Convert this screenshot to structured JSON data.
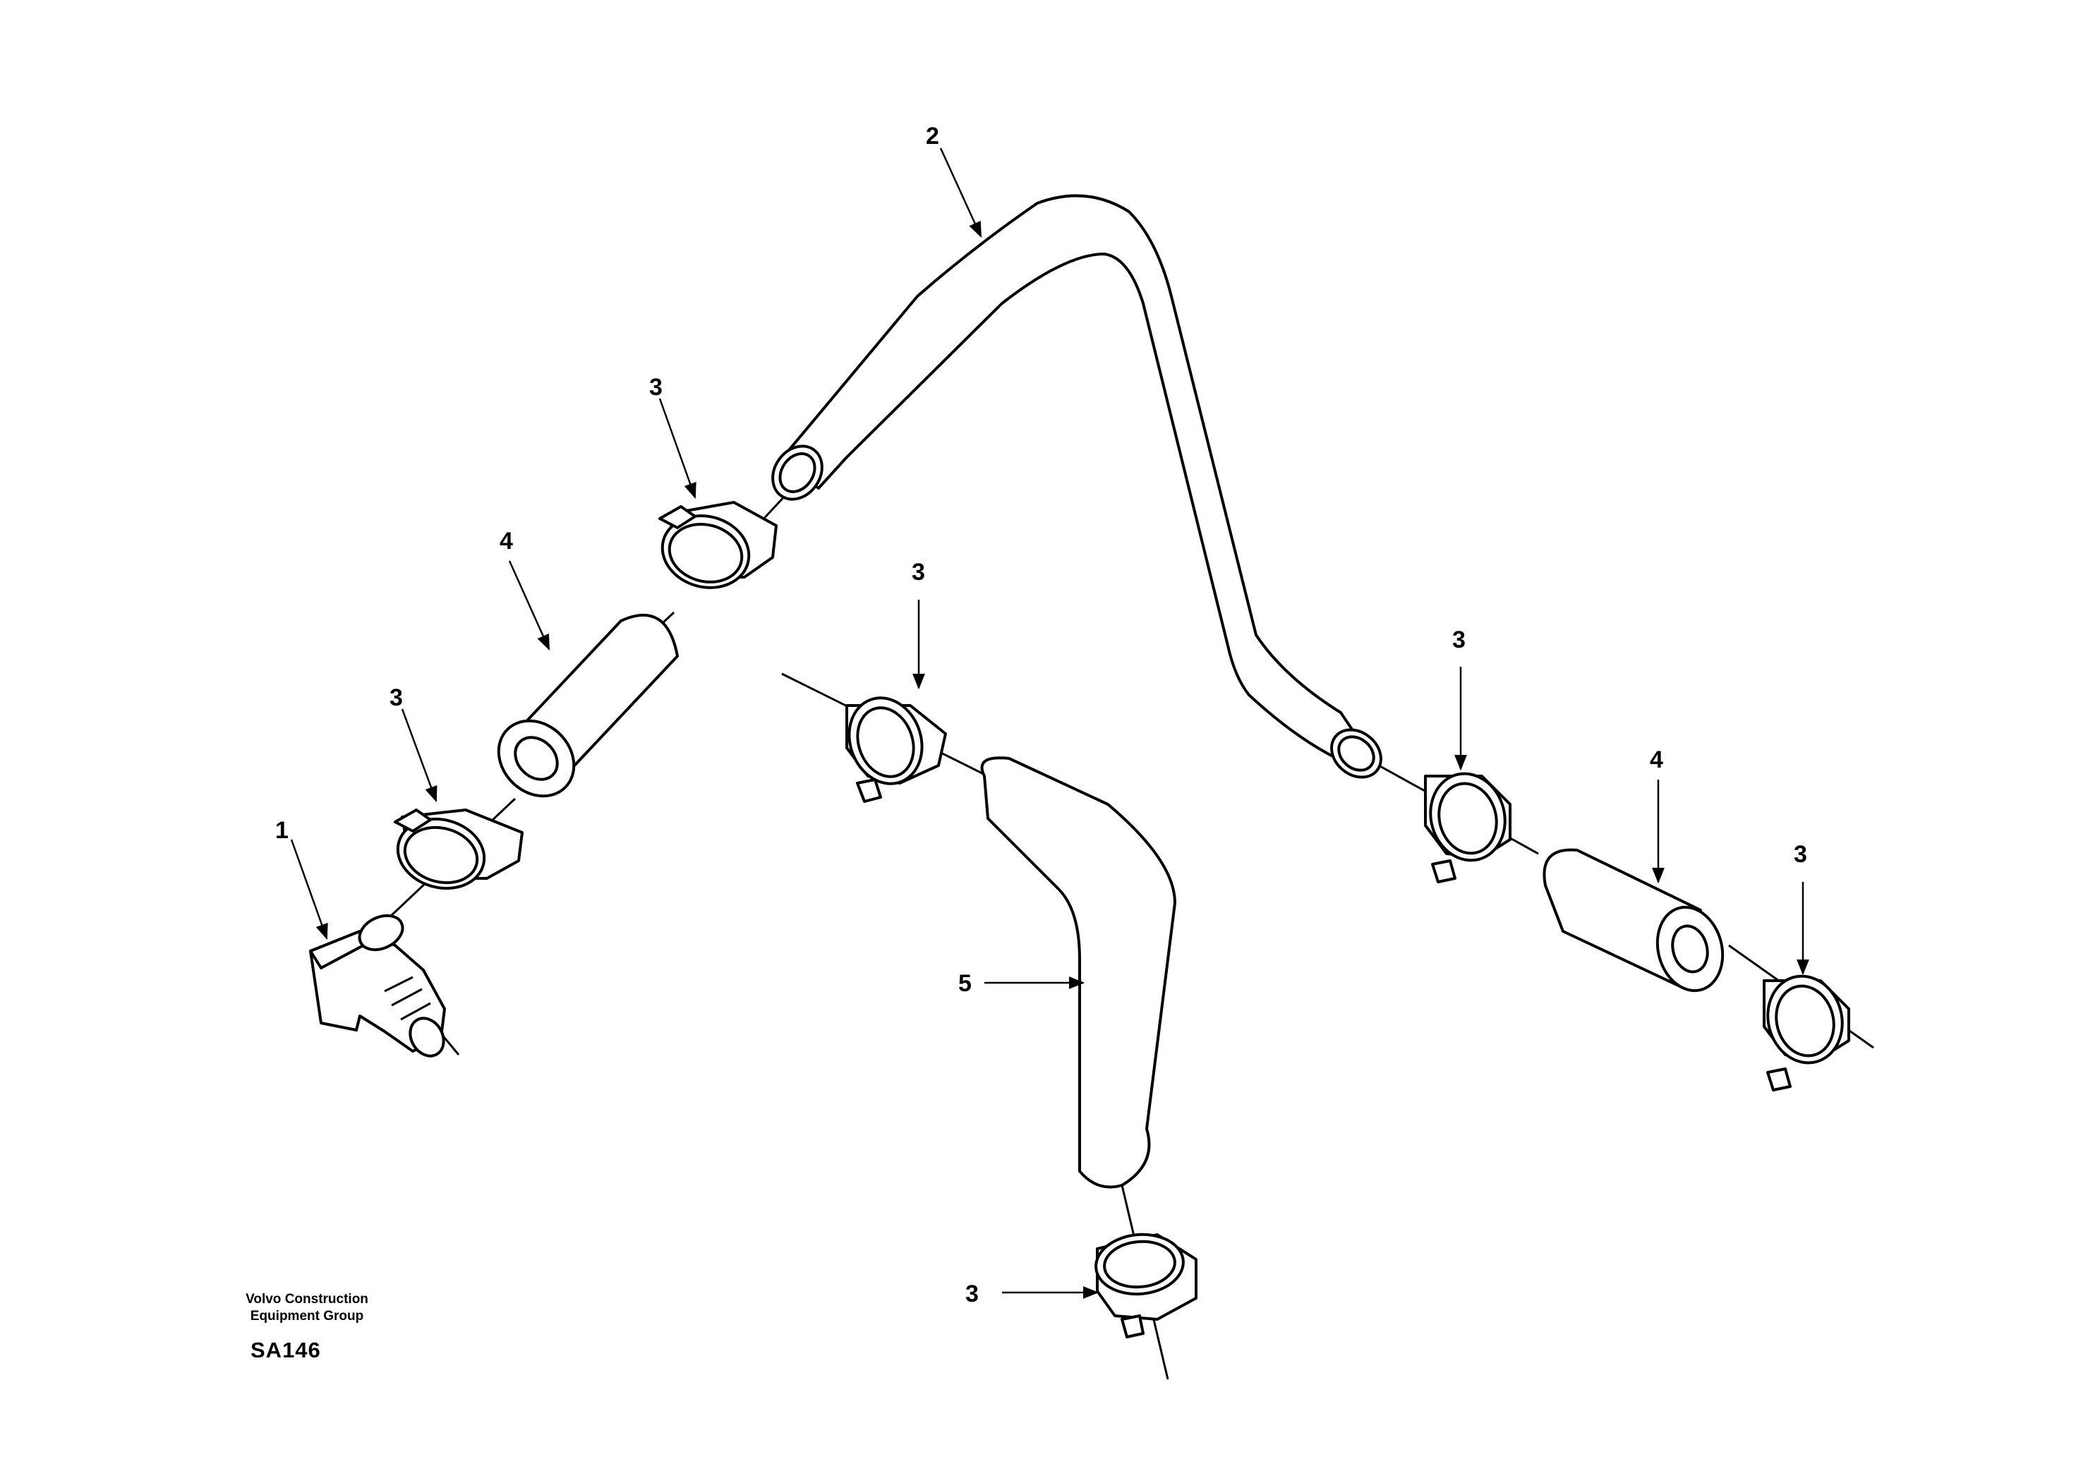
{
  "footer": {
    "company_line1": "Volvo Construction",
    "company_line2": "Equipment Group",
    "drawing_number": "SA146"
  },
  "callouts": {
    "c1": "1",
    "c2": "2",
    "c3_a": "3",
    "c3_b": "3",
    "c3_c": "3",
    "c3_d": "3",
    "c3_e": "3",
    "c3_f": "3",
    "c4_a": "4",
    "c4_b": "4",
    "c5": "5"
  }
}
